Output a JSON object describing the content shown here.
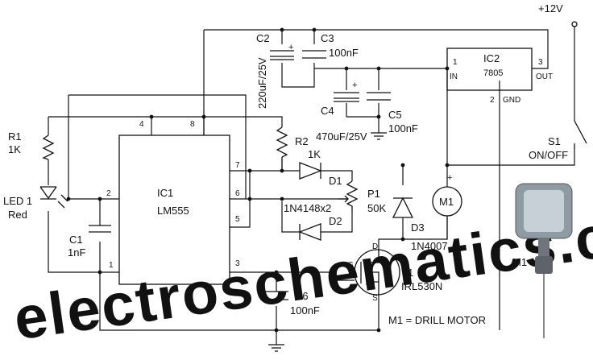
{
  "watermark": "electroschematics.com",
  "supply": {
    "label": "+12V"
  },
  "ic1": {
    "ref": "IC1",
    "value": "LM555",
    "pins": {
      "p1": "1",
      "p2": "2",
      "p3": "3",
      "p4": "4",
      "p5": "5",
      "p6": "6",
      "p7": "7",
      "p8": "8"
    }
  },
  "ic2": {
    "ref": "IC2",
    "value": "7805",
    "pin_in": "1",
    "pin_gnd": "2",
    "pin_out": "3",
    "in_label": "IN",
    "gnd_label": "GND",
    "out_label": "OUT"
  },
  "components": {
    "r1_ref": "R1",
    "r1_val": "1K",
    "r2_ref": "R2",
    "r2_val": "1K",
    "led_ref": "LED 1",
    "led_val": "Red",
    "c1_ref": "C1",
    "c1_val": "1nF",
    "c2_ref": "C2",
    "c2_val": "220uF/25V",
    "c3_ref": "C3",
    "c3_val": "100nF",
    "c4_ref": "C4",
    "c4_val": "470uF/25V",
    "c5_ref": "C5",
    "c5_val": "100nF",
    "c6_ref": "C6",
    "c6_val": "100nF",
    "p1_ref": "P1",
    "p1_val": "50K",
    "d1_ref": "D1",
    "d2_ref": "D2",
    "d12_val": "1N4148x2",
    "d3_ref": "D3",
    "d3_val": "1N4007",
    "t1_ref": "T1",
    "t1_val": "IRL530N",
    "t1_g": "G",
    "t1_d": "D",
    "t1_s": "S",
    "m1_ref": "M1",
    "m1_photo_ref": "M1",
    "s1_ref": "S1",
    "s1_val": "ON/OFF",
    "plus": "+"
  },
  "note": "M1 = DRILL MOTOR"
}
